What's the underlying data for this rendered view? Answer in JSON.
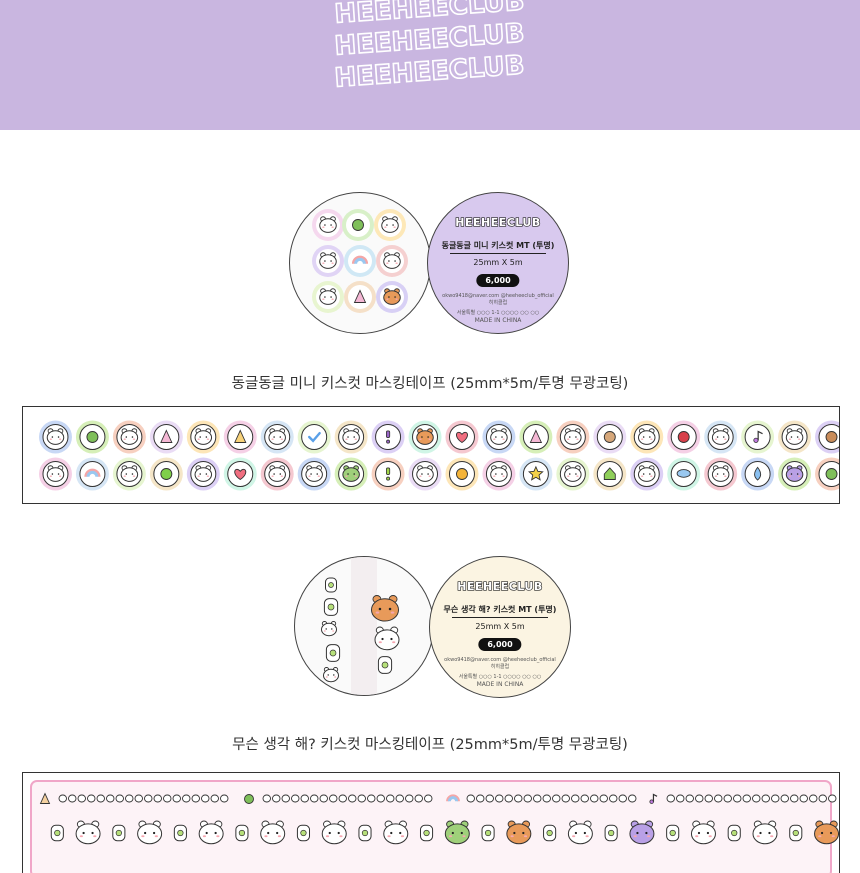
{
  "banner": {
    "watermark_lines": [
      "HEEHEECLUB",
      "HEEHEECLUB",
      "HEEHEECLUB"
    ],
    "background_color": "#c9b6e0"
  },
  "products": [
    {
      "title": "동글동글 미니 키스컷 마스킹테이프 (25mm*5m/투명 무광코팅)",
      "label": {
        "brand": "HEEHEECLUB",
        "name": "동글동글 미니 키스컷 MT (투명)",
        "size": "25mm X 5m",
        "price": "6,000",
        "contact": "okwo9418@naver.com @heeheeclub_official",
        "subtitle": "히히클럽",
        "address": "서울특별 ○○○ 1-1 ○○○○ ○○ ○○",
        "origin": "MADE IN CHINA",
        "background": "#d8c9ee"
      }
    },
    {
      "title": "무슨 생각 해? 키스컷 마스킹테이프 (25mm*5m/투명 무광코팅)",
      "label": {
        "brand": "HEEHEECLUB",
        "name": "무슨 생각 해? 키스컷 MT (투명)",
        "size": "25mm X 5m",
        "price": "6,000",
        "contact": "okwo9418@naver.com @heeheeclub_official",
        "subtitle": "히히클럽",
        "address": "서울특별 ○○○ 1-1 ○○○○ ○○ ○○",
        "origin": "MADE IN CHINA",
        "background": "#fbf4e2"
      }
    }
  ],
  "tape1": {
    "row1": [
      "hamster",
      "clover",
      "hamster",
      "party-hat",
      "hamster",
      "pudding",
      "hamster",
      "check",
      "hamster",
      "question",
      "dog",
      "heart",
      "hamster",
      "party-hat",
      "hamster",
      "drink",
      "hamster",
      "cherry",
      "hamster",
      "music",
      "hamster",
      "donut"
    ],
    "row2": [
      "hamster",
      "rainbow",
      "hamster",
      "apple",
      "hamster",
      "heart",
      "hamster",
      "hamster",
      "frog",
      "exclamation",
      "hamster",
      "sun",
      "hamster",
      "star",
      "hamster",
      "house",
      "hamster",
      "cloud",
      "hamster",
      "drop",
      "cat",
      "clover"
    ],
    "ring_colors": [
      "#c8d8f5",
      "#d6efb8",
      "#f7d0c0",
      "#eadcf5",
      "#fde6b8",
      "#f5d0e6",
      "#d6e6f5",
      "#e6f5d0",
      "#f5e6c8",
      "#dcd0f5",
      "#d0f5e6",
      "#f5c8d0"
    ]
  },
  "tape2": {
    "top_row": [
      "cake",
      "clover",
      "rainbow",
      "music"
    ],
    "items": [
      "bubble",
      "hamster",
      "bubble",
      "hamster",
      "bubble",
      "hamster",
      "bubble",
      "hamster",
      "bubble",
      "hamster",
      "bubble",
      "hamster",
      "bubble",
      "frog",
      "bubble",
      "dog",
      "bubble",
      "hamster",
      "bubble",
      "cat",
      "bubble",
      "hamster",
      "bubble",
      "hamster",
      "bubble",
      "dog"
    ]
  }
}
